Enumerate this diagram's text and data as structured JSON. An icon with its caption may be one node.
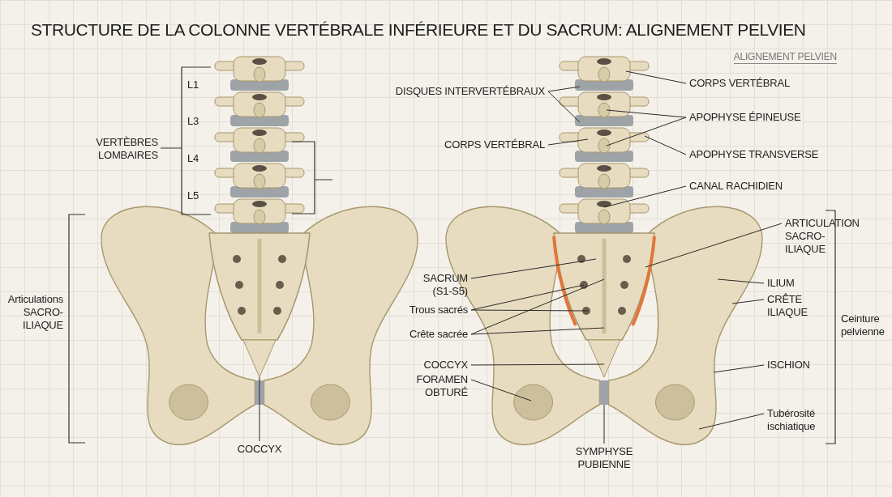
{
  "diagram": {
    "title": "STRUCTURE DE LA COLONNE VERTÉBRALE INFÉRIEURE ET DU SACRUM: ALIGNEMENT PELVIEN",
    "nodes": [
      {
        "text": [
          "COCCYX"
        ]
      },
      {
        "text": [
          "DISQUES INTERVERTÉBRAUX"
        ]
      },
      {
        "text": [
          "CORPS VERTÉBRAL"
        ]
      },
      {
        "text": [
          "APOPHYSE ÉPINEUSE"
        ]
      },
      {
        "text": [
          "CORPS VERTÉBRAL"
        ]
      },
      {
        "text": [
          "APOPHYSE TRANSVERSE"
        ]
      },
      {
        "text": [
          "CANAL RACHIDIEN"
        ]
      },
      {
        "text": [
          "ARTICULATION SACRO-ILIAQUE"
        ]
      },
      {
        "text": [
          "SACRUM (S1-S5)"
        ]
      },
      {
        "text": [
          "ILIUM"
        ]
      },
      {
        "text": [
          "Trous sacrés"
        ]
      },
      {
        "text": [
          "CRÊTE ILIAQUE"
        ]
      },
      {
        "text": [
          "Crête sacrée"
        ]
      },
      {
        "text": [
          "COCCYX"
        ]
      },
      {
        "text": [
          "ISCHION"
        ]
      },
      {
        "text": [
          "FORAMEN OBTURÉ"
        ]
      },
      {
        "text": [
          "Tubérosité ischiatique"
        ]
      },
      {
        "text": [
          "SYMPHYSE PUBIENNE"
        ]
      }
    ],
    "edges": [
      {
        "from": 0,
        "to": null,
        "arrow": "none"
      },
      {
        "from": 1,
        "to": null,
        "arrow": "none"
      },
      {
        "from": 1,
        "to": null,
        "arrow": "none"
      },
      {
        "from": 2,
        "to": null,
        "arrow": "none"
      },
      {
        "from": 3,
        "to": null,
        "arrow": "none"
      },
      {
        "from": 3,
        "to": null,
        "arrow": "none"
      },
      {
        "from": 4,
        "to": null,
        "arrow": "none"
      },
      {
        "from": 5,
        "to": null,
        "arrow": "none"
      },
      {
        "from": 6,
        "to": null,
        "arrow": "none"
      },
      {
        "from": 7,
        "to": null,
        "arrow": "none"
      },
      {
        "from": 8,
        "to": null,
        "arrow": "none"
      },
      {
        "from": 9,
        "to": null,
        "arrow": "none"
      },
      {
        "from": 10,
        "to": null,
        "arrow": "none"
      },
      {
        "from": 10,
        "to": null,
        "arrow": "none"
      },
      {
        "from": 11,
        "to": null,
        "arrow": "none"
      },
      {
        "from": 12,
        "to": null,
        "arrow": "none"
      },
      {
        "from": 12,
        "to": null,
        "arrow": "none"
      },
      {
        "from": 13,
        "to": null,
        "arrow": "none"
      },
      {
        "from": 14,
        "to": null,
        "arrow": "none"
      },
      {
        "from": 15,
        "to": null,
        "arrow": "none"
      },
      {
        "from": 16,
        "to": null,
        "arrow": "none"
      },
      {
        "from": 17,
        "to": null,
        "arrow": "none"
      }
    ],
    "labels": [
      "ALIGNEMENT PELVIEN",
      "L1",
      "L3",
      "L4",
      "L5",
      "VERTÈBRES LOMBAIRES",
      "Articulations SACRO-ILIAQUE",
      "Ceinture pelvienne"
    ]
  }
}
